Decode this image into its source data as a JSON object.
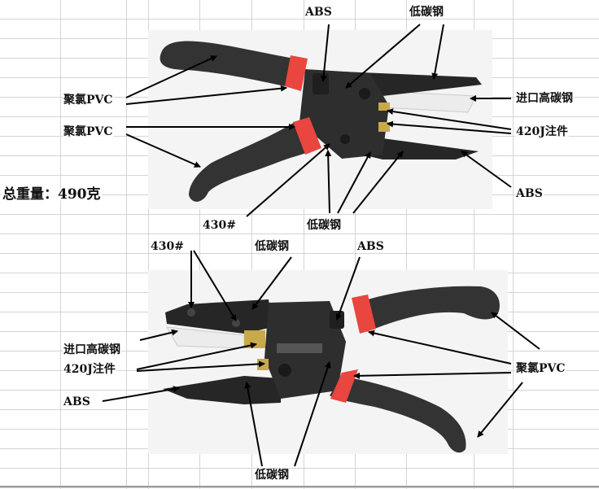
{
  "colors": {
    "handle": "#2b2b2b",
    "accent_band": "#e8463e",
    "blade_silver": "#e9e9e9",
    "brass": "#c9a94a"
  },
  "total_weight": "总重量：490克",
  "top_view": {
    "labels": {
      "abs_top": "ABS",
      "low_carbon_top": "低碳钢",
      "pvc_1": "聚氯PVC",
      "pvc_2": "聚氯PVC",
      "imported_high_carbon": "进口高碳钢",
      "insert_420j": "420J注件",
      "abs_right": "ABS",
      "steel_430": "430#",
      "low_carbon_bottom": "低碳钢"
    }
  },
  "bottom_view": {
    "labels": {
      "steel_430": "430#",
      "low_carbon_top": "低碳钢",
      "abs_top": "ABS",
      "imported_high_carbon": "进口高碳钢",
      "insert_420j": "420J注件",
      "abs_left": "ABS",
      "pvc": "聚氯PVC",
      "low_carbon_bottom": "低碳钢"
    }
  }
}
